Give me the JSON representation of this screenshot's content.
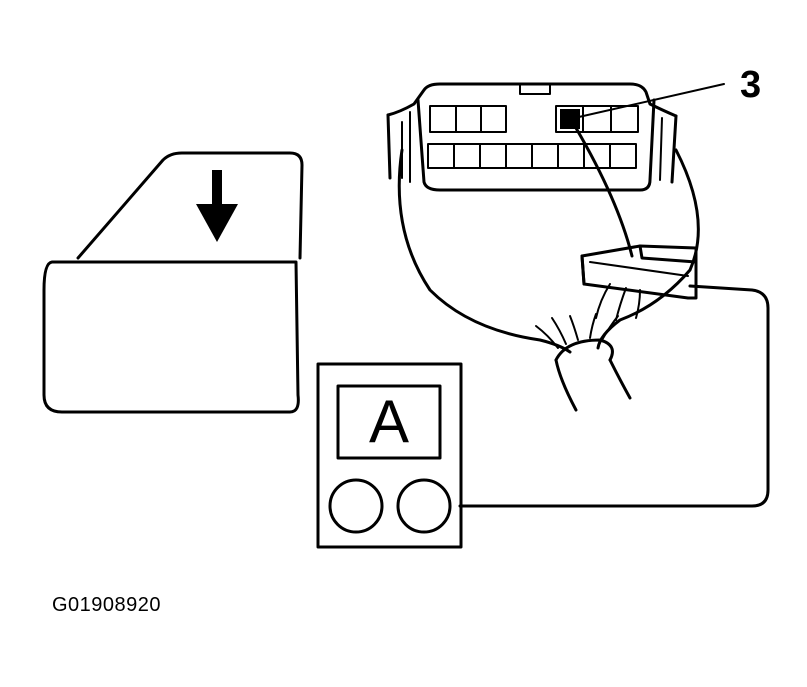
{
  "callout_label": "3",
  "meter_display": "A",
  "figure_code": "G01908920",
  "colors": {
    "ink": "#000000",
    "paper": "#ffffff"
  },
  "icons": [
    "door-window-icon",
    "down-arrow-icon",
    "connector-block-icon",
    "ammeter-icon"
  ]
}
